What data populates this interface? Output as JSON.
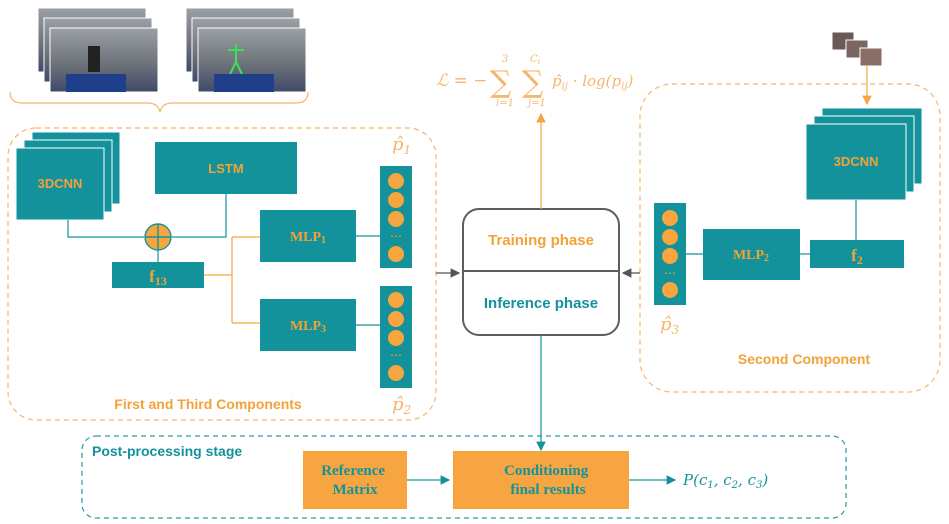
{
  "colors": {
    "teal": "#14929c",
    "teal_dark": "#0f7f88",
    "orange": "#f7a540",
    "orange_text": "#f2a237",
    "dashed_orange": "#f6b56a",
    "post_dashed": "#2a9aa0",
    "node_orange": "#f6a53f",
    "grey_border": "#5d5d5d"
  },
  "first_third": {
    "title": "First and Third Components",
    "cnn_label": "3DCNN",
    "lstm_label": "LSTM",
    "fusion_label": "f",
    "fusion_sub": "13",
    "mlp1_label": "MLP",
    "mlp1_sub": "1",
    "mlp3_label": "MLP",
    "mlp3_sub": "3",
    "p1_label": "p̂",
    "p1_sub": "1",
    "p2_label": "p̂",
    "p2_sub": "2"
  },
  "second": {
    "title": "Second Component",
    "cnn_label": "3DCNN",
    "feature_label": "f",
    "feature_sub": "2",
    "mlp2_label": "MLP",
    "mlp2_sub": "2",
    "p3_label": "p̂",
    "p3_sub": "3"
  },
  "center": {
    "training": "Training phase",
    "inference": "Inference phase",
    "loss_lhs": "ℒ = −",
    "sum1_top": "3",
    "sum1_bottom": "i=1",
    "sum2_top": "C",
    "sum2_top_sub": "i",
    "sum2_bottom": "j=1",
    "loss_rhs": "p̂",
    "loss_rhs_sub": "ij",
    "loss_tail": " · log(p",
    "loss_tail_sub": "ij",
    "loss_close": ")"
  },
  "post": {
    "title": "Post-processing stage",
    "reference_line1": "Reference",
    "reference_line2": "Matrix",
    "conditioning_line1": "Conditioning",
    "conditioning_line2": "final results",
    "output": "P(c",
    "output_s1": "1",
    "output_mid1": ", c",
    "output_s2": "2",
    "output_mid2": ", c",
    "output_s3": "3",
    "output_close": ")"
  },
  "ellipsis": "⋯"
}
